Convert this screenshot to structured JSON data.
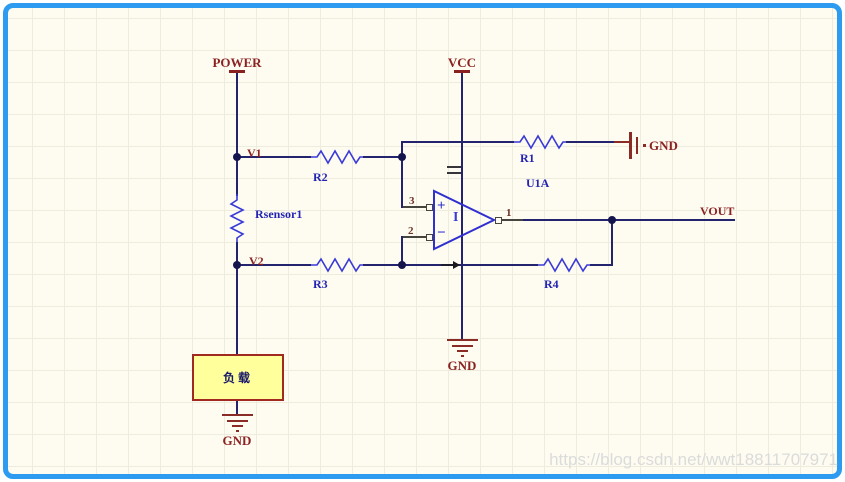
{
  "ports": {
    "power": "POWER",
    "vcc": "VCC",
    "vout": "VOUT",
    "gnd": "GND"
  },
  "nets": {
    "v1": "V1",
    "v2": "V2"
  },
  "components": {
    "r1": {
      "designator": "R1"
    },
    "r2": {
      "designator": "R2"
    },
    "r3": {
      "designator": "R3"
    },
    "r4": {
      "designator": "R4"
    },
    "rsensor": {
      "designator": "Rsensor1"
    },
    "opamp": {
      "designator": "U1A",
      "pin1": "1",
      "pin2": "2",
      "pin3": "3",
      "plus": "+",
      "minus": "−",
      "core": "I"
    },
    "load": {
      "label": "负载"
    }
  },
  "watermark": {
    "text": "https://blog.csdn.net/wwt18811707971"
  },
  "colors": {
    "frame_border": "#2D9CF0",
    "canvas_bg": "#FEFCF0",
    "grid": "#EDECDD",
    "wire": "#23236E",
    "pin": "#46463E",
    "component_blue": "#3A3AD8",
    "designator_blue": "#2424B4",
    "net_red": "#8B2222",
    "ground_red": "#8B2B25",
    "load_fill": "#FFFF9C",
    "load_border": "#A02A20",
    "load_text": "#19196B",
    "watermark_gray": "#DBDBDB"
  }
}
